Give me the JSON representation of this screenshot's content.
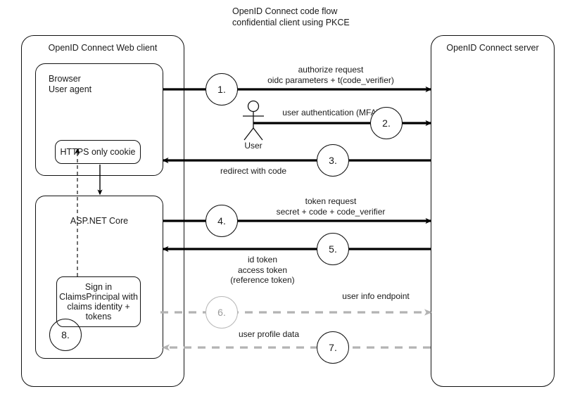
{
  "title": "OpenID Connect code flow\nconfidential client using PKCE",
  "containers": {
    "client": {
      "label": "OpenID Connect Web client"
    },
    "browser": {
      "label": "Browser\nUser agent"
    },
    "aspnet": {
      "label": "ASP.NET Core"
    },
    "server": {
      "label": "OpenID Connect server"
    }
  },
  "nodes": {
    "cookie": {
      "label": "HTTPS only cookie"
    },
    "signin": {
      "label": "Sign in\nClaimsPrincipal with\nclaims identity +\ntokens"
    }
  },
  "actor": {
    "label": "User",
    "icon": "user-stick-figure-icon"
  },
  "steps": [
    {
      "number": "1.",
      "label": "authorize request\noidc parameters + t(code_verifier)",
      "direction": "right",
      "style": "solid",
      "color": "#000000"
    },
    {
      "number": "2.",
      "label": "user authentication (MFA)",
      "direction": "right",
      "style": "solid",
      "color": "#000000"
    },
    {
      "number": "3.",
      "label": "redirect with code",
      "direction": "left",
      "style": "solid",
      "color": "#000000"
    },
    {
      "number": "4.",
      "label": "token request\nsecret + code + code_verifier",
      "direction": "right",
      "style": "solid",
      "color": "#000000"
    },
    {
      "number": "5.",
      "label": "id token\naccess token\n(reference token)",
      "direction": "left",
      "style": "solid",
      "color": "#000000"
    },
    {
      "number": "6.",
      "label": "user info endpoint",
      "direction": "right",
      "style": "dashed",
      "color": "#b3b3b3"
    },
    {
      "number": "7.",
      "label": "user profile data",
      "direction": "left",
      "style": "dashed",
      "color": "#b3b3b3"
    },
    {
      "number": "8.",
      "label": "",
      "direction": "none",
      "style": "none",
      "color": "#000000"
    }
  ],
  "colors": {
    "stroke": "#111111",
    "muted": "#b3b3b3",
    "background": "#ffffff",
    "text": "#1a1a1a"
  }
}
